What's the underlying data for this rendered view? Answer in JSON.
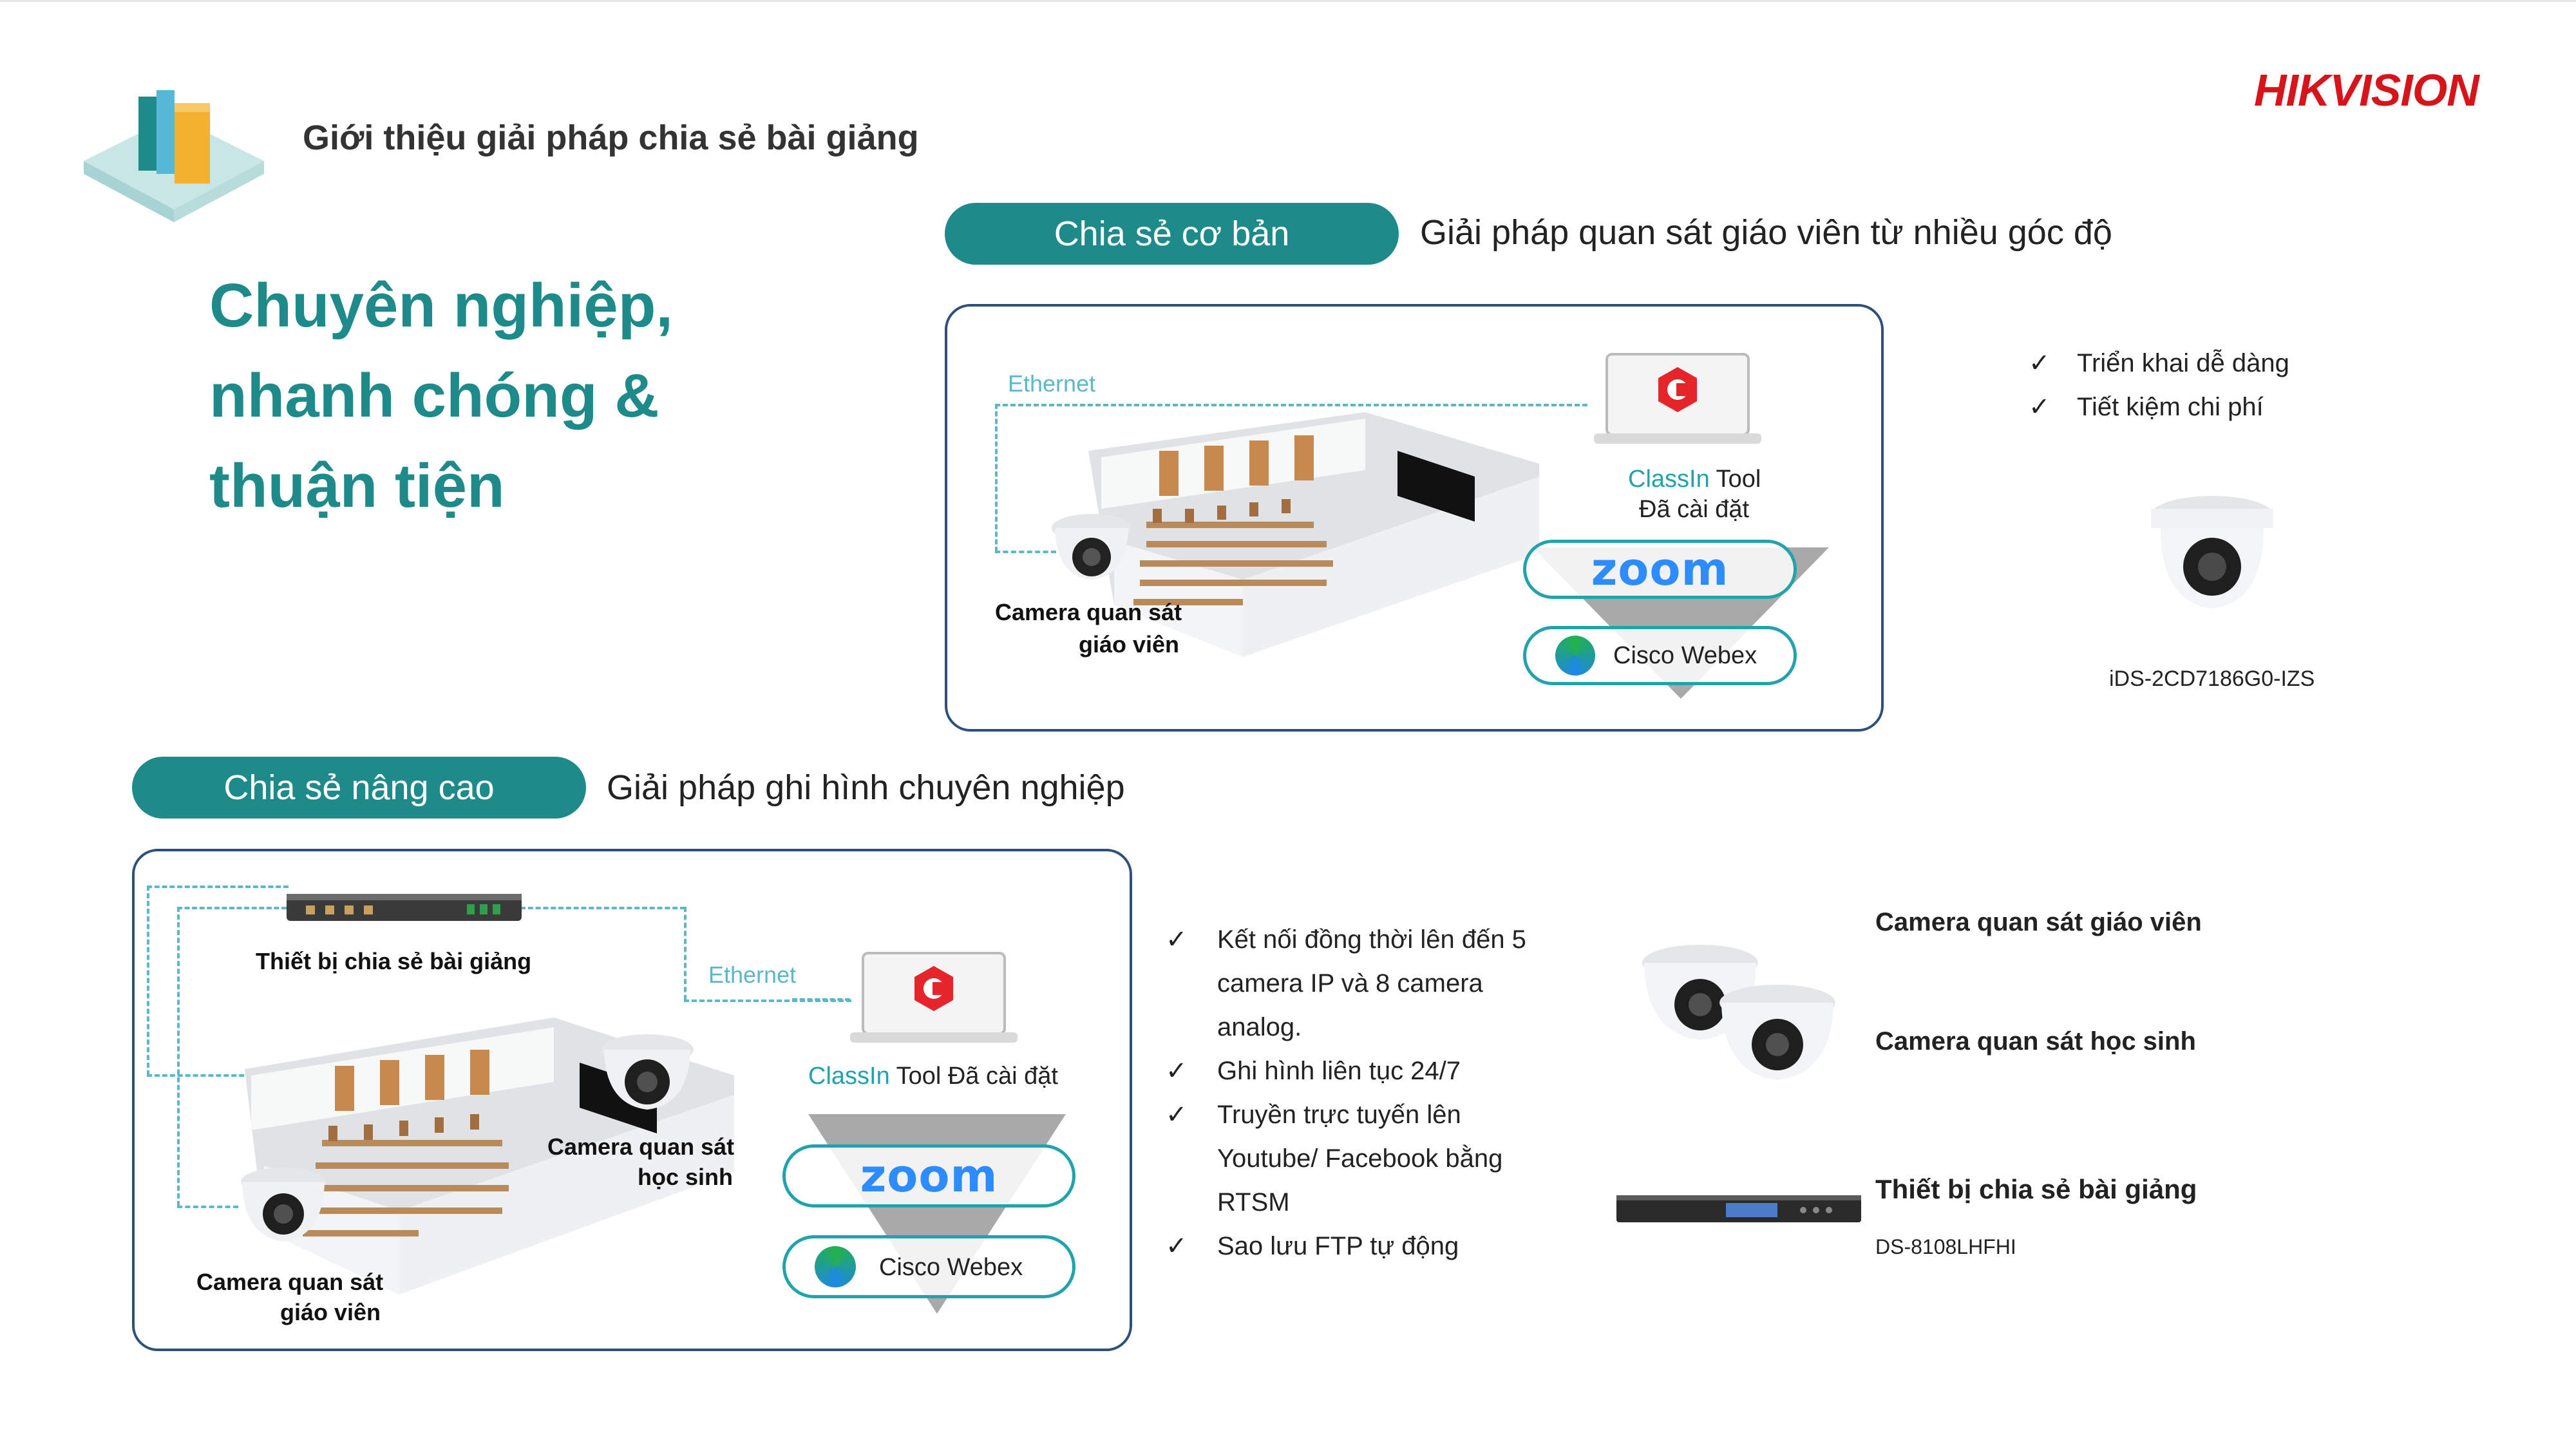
{
  "header": {
    "title": "Giới thiệu giải pháp chia sẻ bài giảng",
    "brand": "HIKVISION"
  },
  "hero": {
    "line1": "Chuyên nghiệp,",
    "line2": "nhanh chóng &",
    "line3": "thuận tiện"
  },
  "basic": {
    "pill_label": "Chia sẻ cơ bản",
    "description": "Giải pháp quan sát giáo viên từ nhiều góc độ",
    "ethernet": "Ethernet",
    "classin_brand": "ClassIn",
    "classin_tool": " Tool",
    "installed": "Đã cài đặt",
    "camera_label_1": "Camera quan sát",
    "camera_label_2": "giáo viên",
    "zoom": "zoom",
    "webex": "Cisco Webex",
    "benefits": [
      "Triển khai dễ dàng",
      "Tiết kiệm chi phí"
    ],
    "camera_model": "iDS-2CD7186G0-IZS"
  },
  "advanced": {
    "pill_label": "Chia sẻ nâng cao",
    "description": "Giải pháp ghi hình chuyên nghiệp",
    "device_label": "Thiết bị chia sẻ bài giảng",
    "ethernet": "Ethernet",
    "classin_brand": "ClassIn",
    "classin_tool": " Tool Đã cài đặt",
    "student_cam_1": "Camera quan sát",
    "student_cam_2": "học sinh",
    "teacher_cam_1": "Camera quan sát",
    "teacher_cam_2": "giáo viên",
    "zoom": "zoom",
    "webex": "Cisco Webex",
    "features": [
      "Kết nối đồng thời lên đến 5",
      "camera IP và 8 camera",
      "analog.",
      "Ghi hình liên tục 24/7",
      "Truyền trực tuyến lên",
      "Youtube/ Facebook bằng",
      "RTSM",
      "Sao lưu FTP tự động"
    ],
    "legend_teacher_cam": "Camera quan sát giáo viên",
    "legend_student_cam": "Camera quan sát học sinh",
    "legend_device": "Thiết bị chia sẻ bài giảng",
    "device_model": "DS-8108LHFHI"
  },
  "icons": {
    "check": "check-icon",
    "books": "books-icon",
    "laptop": "laptop-icon",
    "camera": "dome-camera-icon"
  },
  "colors": {
    "teal": "#1f8a8a",
    "brand_red": "#d7141a",
    "panel_border": "#2c4f7c",
    "dash": "#5bb8c9",
    "zoom_blue": "#2d8cff"
  }
}
